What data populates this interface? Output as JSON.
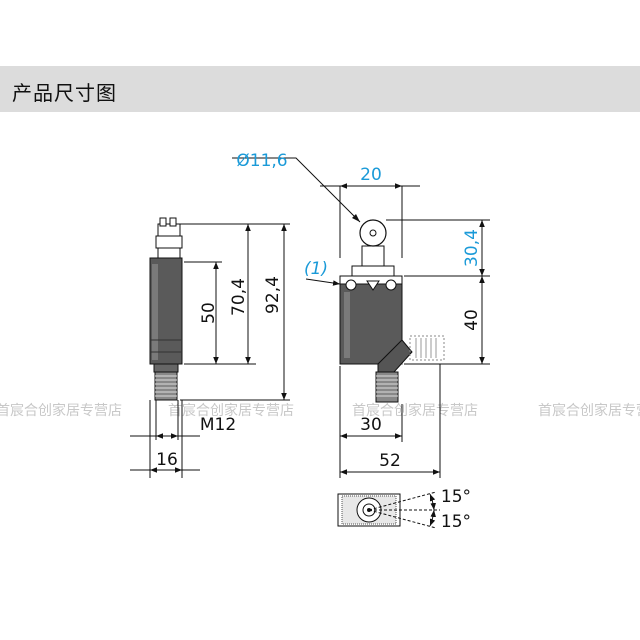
{
  "header": {
    "title": "产品尺寸图"
  },
  "watermark": {
    "text": "首宸合创家居专营店"
  },
  "dimensions": {
    "roller_diameter": "Ø11,6",
    "actuator_width": "20",
    "actuator_height": "30,4",
    "note_ref": "(1)",
    "body_height": "40",
    "body_width": "30",
    "total_width": "52",
    "side_50": "50",
    "side_70_4": "70,4",
    "side_92_4": "92,4",
    "thread": "M12",
    "side_width": "16",
    "angle_top": "15°",
    "angle_bottom": "15°"
  },
  "colors": {
    "dimension_blue": "#1a9ad8",
    "line": "#111111",
    "body": "#555555",
    "header_bg": "#dcdcdc",
    "watermark": "#c8c8c8"
  }
}
